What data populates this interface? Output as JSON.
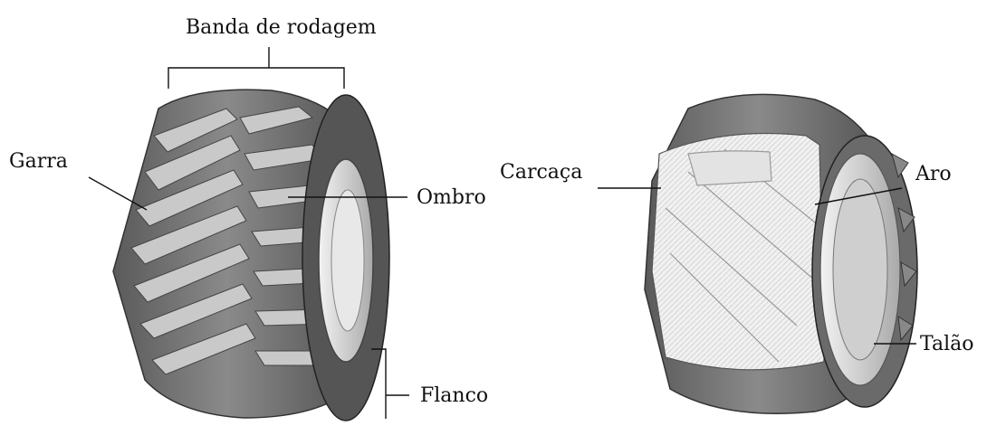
{
  "labels": {
    "tread": "Banda de rodagem",
    "lug": "Garra",
    "shoulder": "Ombro",
    "sidewall": "Flanco",
    "carcass": "Carcaça",
    "rim": "Aro",
    "bead": "Talão"
  },
  "colors": {
    "tire_dark": "#4a4a4a",
    "tire_mid": "#7a7a7a",
    "tire_light": "#b8b8b8",
    "rim": "#d6d6d6",
    "carcass": "#ececec",
    "line": "#111111"
  }
}
